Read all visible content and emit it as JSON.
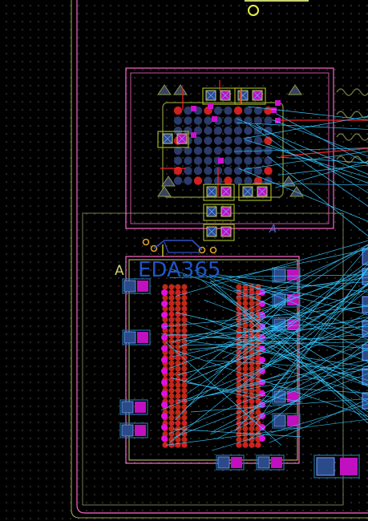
{
  "canvas": {
    "background": "#000000",
    "grid_color": "#5a5a5a"
  },
  "labels": {
    "refdes": "EDA365",
    "marker_a1": "A",
    "marker_a2": "A"
  },
  "colors": {
    "board_outline": "#ff66cc",
    "courtyard": "#c8d070",
    "ratsnest": "#33c8ff",
    "pad_smd": "#d010d0",
    "pad_red": "#d02020",
    "pad_bga": "#2a3a6a",
    "trace_top": "#ff2020",
    "trace_bottom": "#3050c0",
    "silkscreen": "#c8d070",
    "via": "#e0a020",
    "refdes": "#1f55c8"
  },
  "icons": [
    "via-icon",
    "fiducial-icon",
    "triangle-marker-icon"
  ]
}
